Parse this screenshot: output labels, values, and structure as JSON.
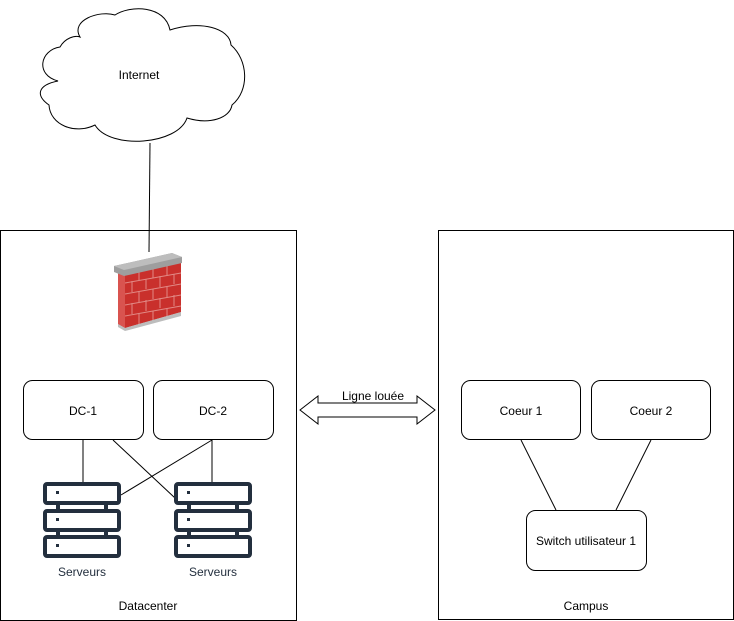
{
  "diagram": {
    "cloud": {
      "label": "Internet"
    },
    "datacenter": {
      "label": "Datacenter",
      "firewall": {
        "icon": "firewall-brick-wall-icon"
      },
      "nodes": [
        {
          "id": "dc1",
          "label": "DC-1"
        },
        {
          "id": "dc2",
          "label": "DC-2"
        }
      ],
      "servers": [
        {
          "label": "Serveurs",
          "icon": "server-rack-icon"
        },
        {
          "label": "Serveurs",
          "icon": "server-rack-icon"
        }
      ]
    },
    "link": {
      "label": "Ligne louée",
      "icon": "double-arrow-icon"
    },
    "campus": {
      "label": "Campus",
      "nodes": [
        {
          "id": "c1",
          "label": "Coeur 1"
        },
        {
          "id": "c2",
          "label": "Coeur 2"
        }
      ],
      "switch": {
        "label": "Switch utilisateur 1"
      }
    },
    "colors": {
      "stroke": "#000000",
      "server": "#232F3E",
      "firewall_brick": "#C9302C",
      "firewall_cap": "#A6A6A6"
    }
  }
}
